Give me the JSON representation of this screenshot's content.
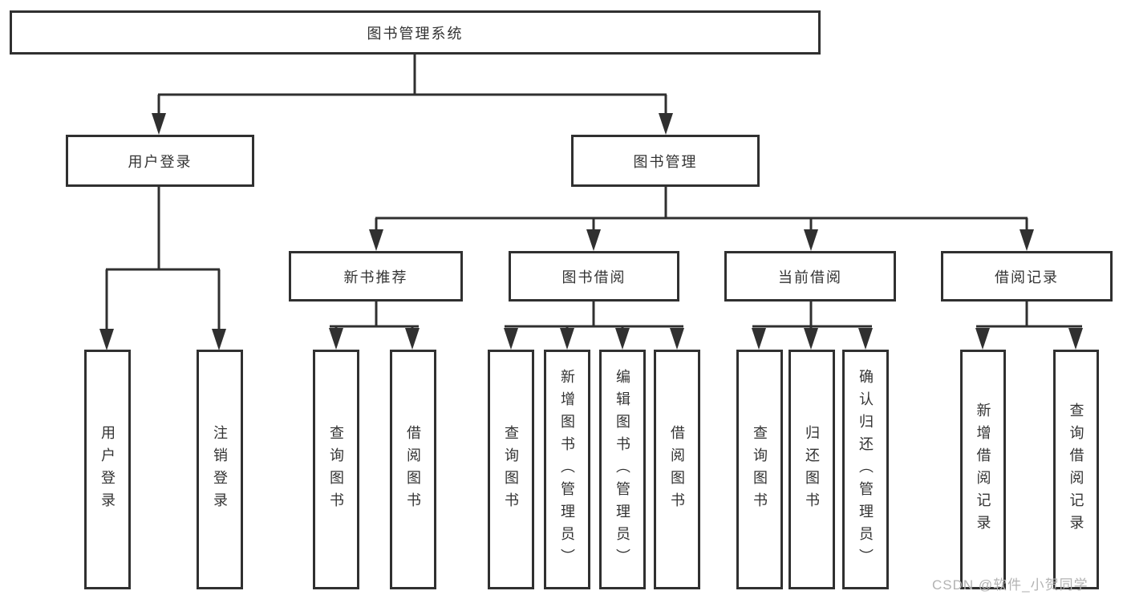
{
  "root": {
    "label": "图书管理系统"
  },
  "branches": {
    "user_login": {
      "label": "用户登录",
      "children": [
        {
          "label": "用户登录"
        },
        {
          "label": "注销登录"
        }
      ]
    },
    "book_mgmt": {
      "label": "图书管理",
      "modules": [
        {
          "label": "新书推荐",
          "children": [
            {
              "label": "查询图书"
            },
            {
              "label": "借阅图书"
            }
          ]
        },
        {
          "label": "图书借阅",
          "children": [
            {
              "label": "查询图书"
            },
            {
              "label": "新增图书（管理员）"
            },
            {
              "label": "编辑图书（管理员）"
            },
            {
              "label": "借阅图书"
            }
          ]
        },
        {
          "label": "当前借阅",
          "children": [
            {
              "label": "查询图书"
            },
            {
              "label": "归还图书"
            },
            {
              "label": "确认归还（管理员）"
            }
          ]
        },
        {
          "label": "借阅记录",
          "children": [
            {
              "label": "新增借阅记录"
            },
            {
              "label": "查询借阅记录"
            }
          ]
        }
      ]
    }
  },
  "watermark": {
    "text": "CSDN @软件_小贺同学"
  },
  "colors": {
    "line": "#303030",
    "text": "#333333",
    "background": "#ffffff",
    "watermark": "#b3b3b3"
  }
}
